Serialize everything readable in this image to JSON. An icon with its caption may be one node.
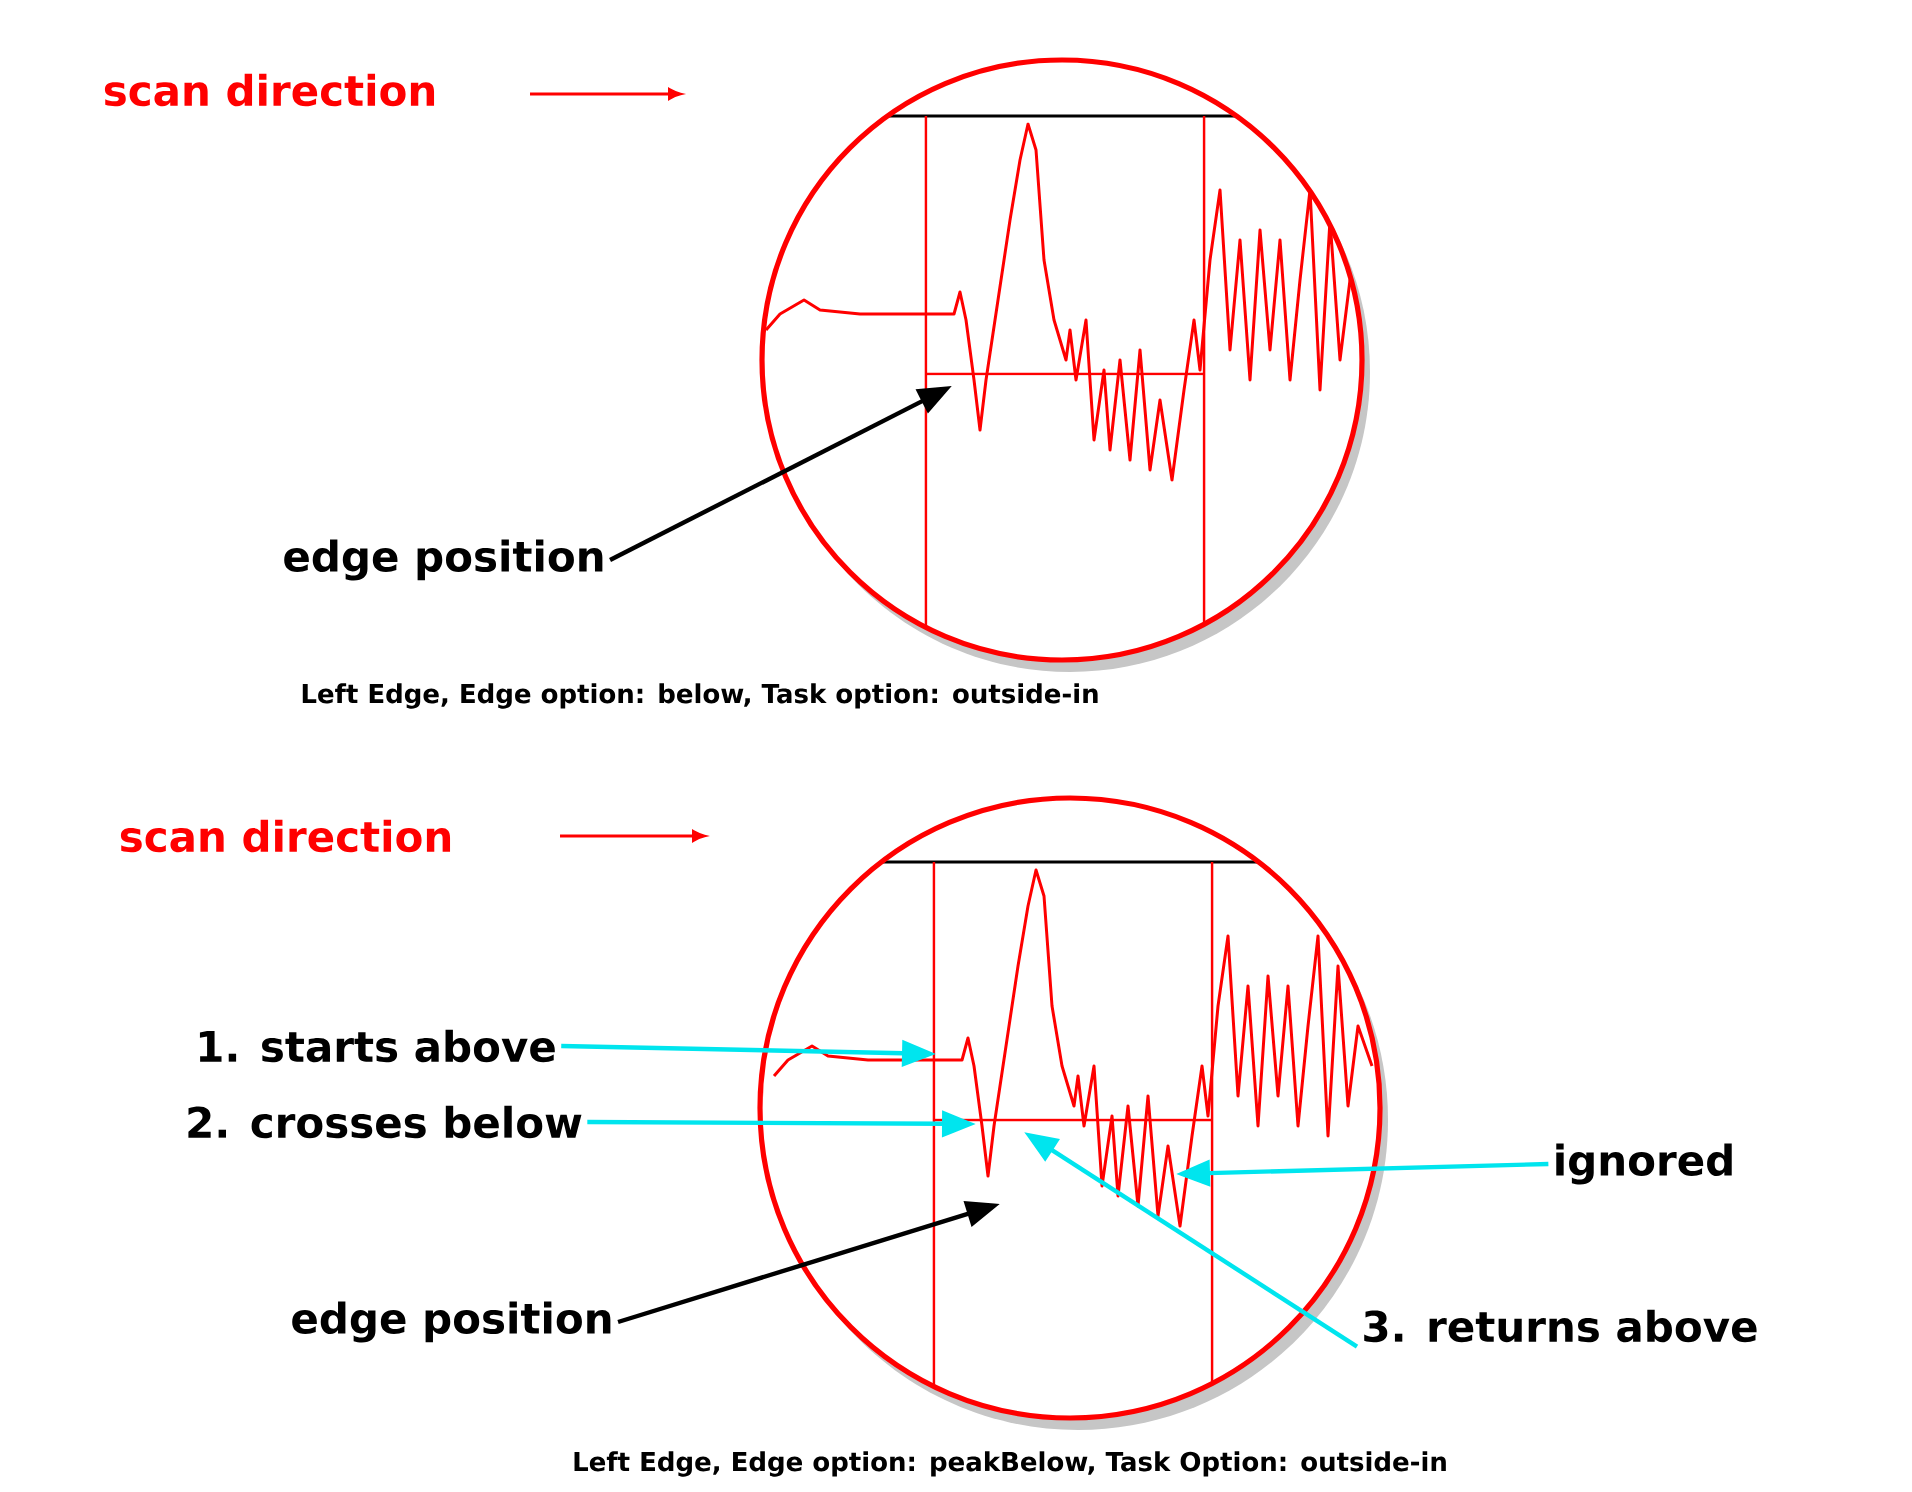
{
  "diagram": {
    "nodes": [
      {
        "text": [],
        "shape": "picture"
      },
      {
        "text": [
          "edge position"
        ]
      },
      {
        "text": [],
        "shape": "picture"
      },
      {
        "text": [
          "1. starts above"
        ]
      },
      {
        "text": [
          "2. crosses below"
        ]
      },
      {
        "text": [
          "ignored"
        ]
      },
      {
        "text": [
          "edge position"
        ]
      },
      {
        "text": [
          "3. returns above"
        ]
      }
    ],
    "edges": [
      {
        "from": 1,
        "to": 0,
        "arrow": "to",
        "color": "#000000"
      },
      {
        "from": 3,
        "to": 2,
        "arrow": "to"
      },
      {
        "from": 4,
        "to": 2,
        "arrow": "to"
      },
      {
        "from": 5,
        "to": 2,
        "arrow": "to"
      },
      {
        "from": 6,
        "to": 2,
        "arrow": "to",
        "color": "#000000"
      },
      {
        "from": 7,
        "to": 2,
        "arrow": "to"
      }
    ],
    "labels": [
      "scan direction",
      "Left Edge, Edge option: below, Task option: outside-in",
      "scan direction",
      "Left Edge, Edge option: peakBelow, Task Option: outside-in"
    ]
  }
}
